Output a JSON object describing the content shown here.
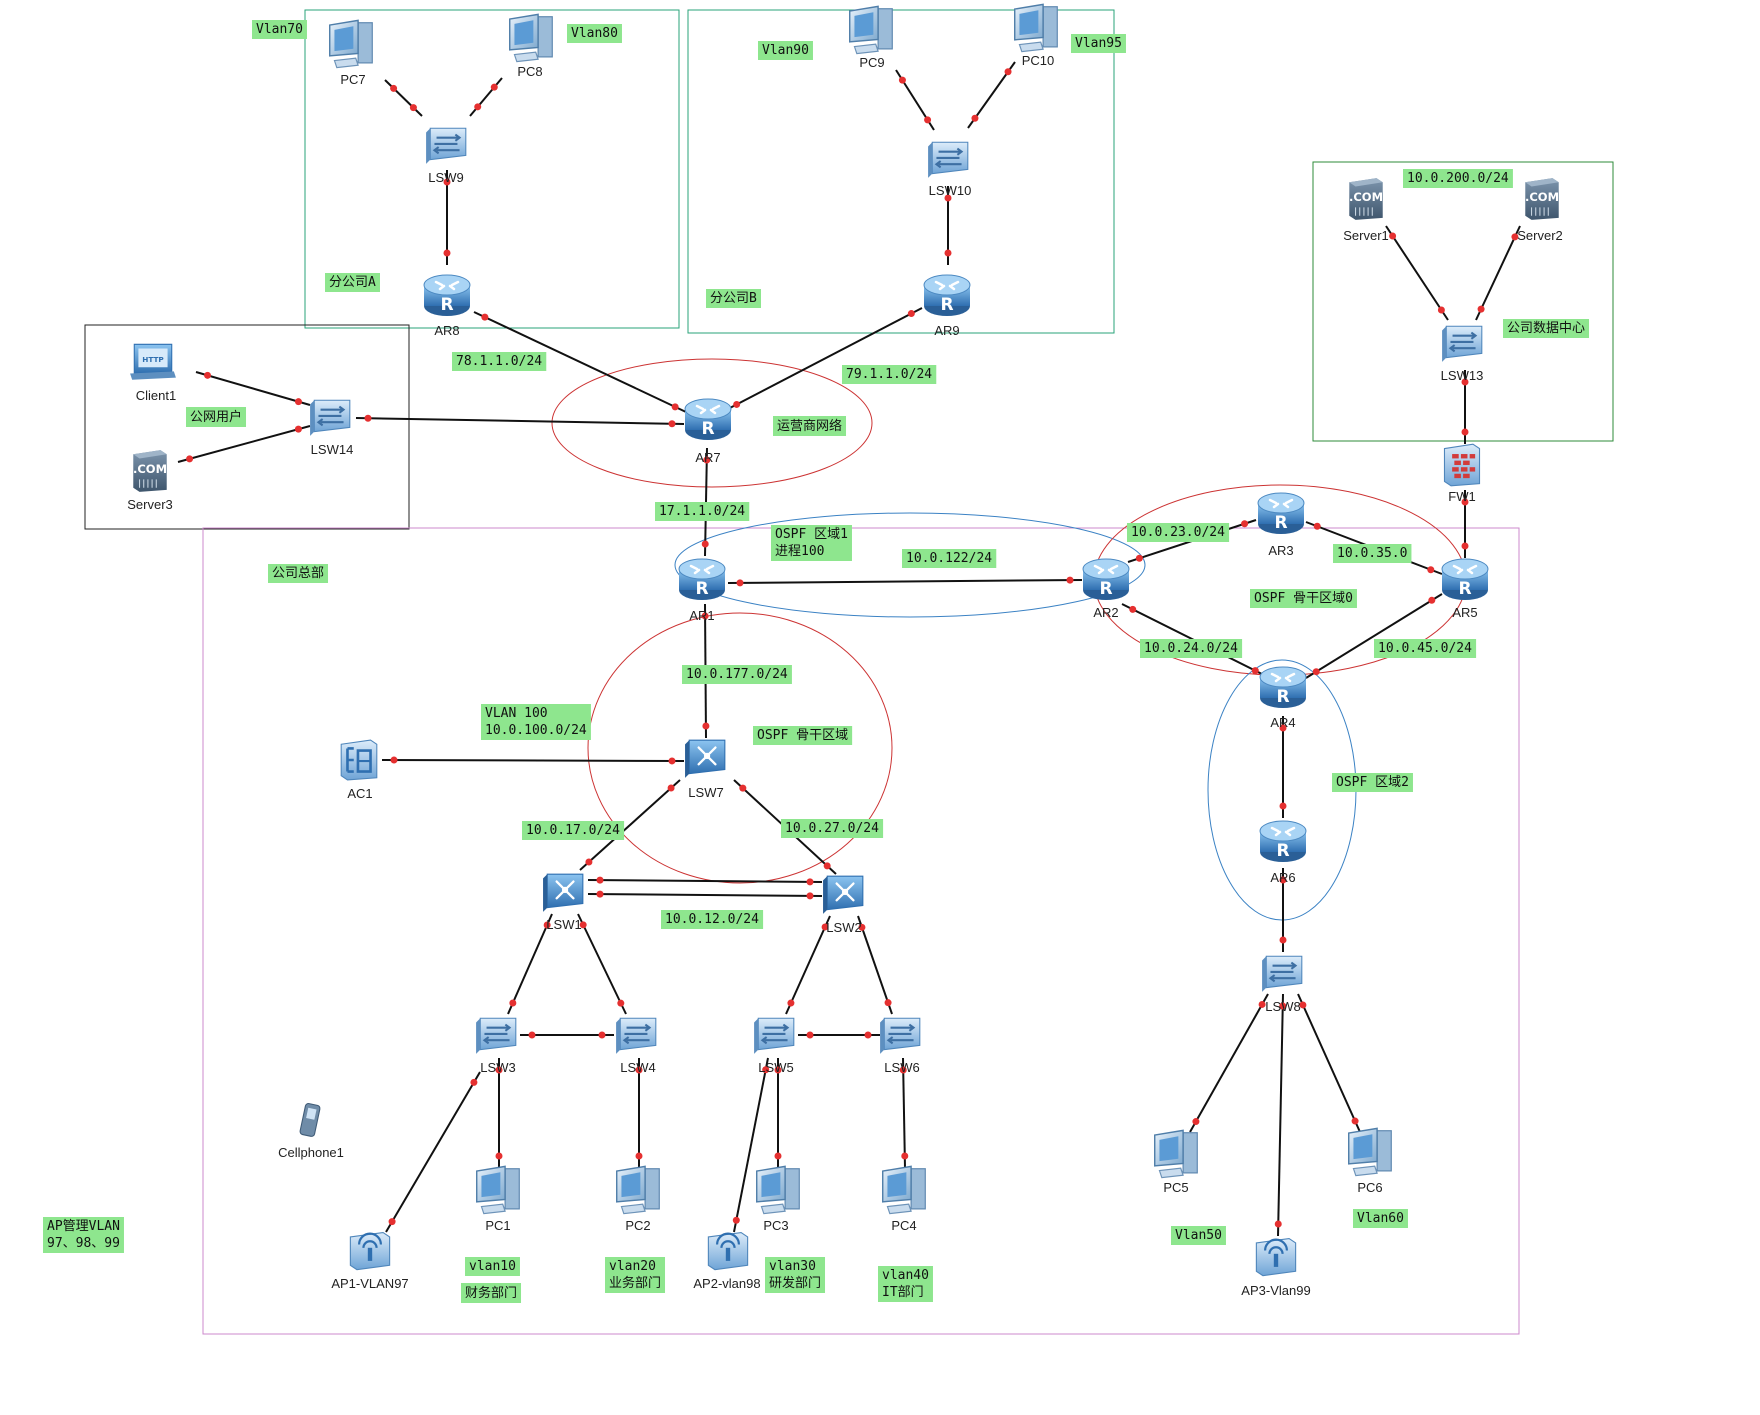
{
  "colors": {
    "tag_bg": "#8ee68e",
    "hq_border": "#cc88cc",
    "branch_border": "#2aa37a",
    "dc_border": "#2e8b3a",
    "public_border": "#222222",
    "ellipse_red": "#cc3333",
    "ellipse_blue": "#3b82c4",
    "router": "#3a86c8",
    "switch": "#7fb3e0",
    "link": "#111111",
    "port": "#e53030"
  },
  "devices": {
    "PC7": {
      "label": "PC7",
      "icon": "pc-icon"
    },
    "PC8": {
      "label": "PC8",
      "icon": "pc-icon"
    },
    "PC9": {
      "label": "PC9",
      "icon": "pc-icon"
    },
    "PC10": {
      "label": "PC10",
      "icon": "pc-icon"
    },
    "LSW9": {
      "label": "LSW9",
      "icon": "switch-icon"
    },
    "LSW10": {
      "label": "LSW10",
      "icon": "switch-icon"
    },
    "AR8": {
      "label": "AR8",
      "icon": "router-icon"
    },
    "AR9": {
      "label": "AR9",
      "icon": "router-icon"
    },
    "AR7": {
      "label": "AR7",
      "icon": "router-icon"
    },
    "Client1": {
      "label": "Client1",
      "icon": "http-client-icon"
    },
    "Server3": {
      "label": "Server3",
      "icon": "dns-server-icon"
    },
    "LSW14": {
      "label": "LSW14",
      "icon": "switch-icon"
    },
    "Server1": {
      "label": "Server1",
      "icon": "dns-server-icon"
    },
    "Server2": {
      "label": "Server2",
      "icon": "dns-server-icon"
    },
    "LSW13": {
      "label": "LSW13",
      "icon": "switch-icon"
    },
    "FW1": {
      "label": "FW1",
      "icon": "firewall-icon"
    },
    "AR1": {
      "label": "AR1",
      "icon": "router-icon"
    },
    "AR2": {
      "label": "AR2",
      "icon": "router-icon"
    },
    "AR3": {
      "label": "AR3",
      "icon": "router-icon"
    },
    "AR4": {
      "label": "AR4",
      "icon": "router-icon"
    },
    "AR5": {
      "label": "AR5",
      "icon": "router-icon"
    },
    "AR6": {
      "label": "AR6",
      "icon": "router-icon"
    },
    "LSW7": {
      "label": "LSW7",
      "icon": "core-switch-icon"
    },
    "AC1": {
      "label": "AC1",
      "icon": "access-controller-icon"
    },
    "LSW1": {
      "label": "LSW1",
      "icon": "core-switch-icon"
    },
    "LSW2": {
      "label": "LSW2",
      "icon": "core-switch-icon"
    },
    "LSW3": {
      "label": "LSW3",
      "icon": "switch-icon"
    },
    "LSW4": {
      "label": "LSW4",
      "icon": "switch-icon"
    },
    "LSW5": {
      "label": "LSW5",
      "icon": "switch-icon"
    },
    "LSW6": {
      "label": "LSW6",
      "icon": "switch-icon"
    },
    "LSW8": {
      "label": "LSW8",
      "icon": "switch-icon"
    },
    "PC1": {
      "label": "PC1",
      "icon": "pc-icon"
    },
    "PC2": {
      "label": "PC2",
      "icon": "pc-icon"
    },
    "PC3": {
      "label": "PC3",
      "icon": "pc-icon"
    },
    "PC4": {
      "label": "PC4",
      "icon": "pc-icon"
    },
    "PC5": {
      "label": "PC5",
      "icon": "pc-icon"
    },
    "PC6": {
      "label": "PC6",
      "icon": "pc-icon"
    },
    "AP1": {
      "label": "AP1-VLAN97",
      "icon": "wireless-ap-icon"
    },
    "AP2": {
      "label": "AP2-vlan98",
      "icon": "wireless-ap-icon"
    },
    "AP3": {
      "label": "AP3-Vlan99",
      "icon": "wireless-ap-icon"
    },
    "Cellphone1": {
      "label": "Cellphone1",
      "icon": "cellphone-icon"
    }
  },
  "tags": {
    "vlan70": "Vlan70",
    "vlan80": "Vlan80",
    "vlan90": "Vlan90",
    "vlan95": "Vlan95",
    "branch_a": "分公司A",
    "branch_b": "分公司B",
    "dc_subnet": "10.0.200.0/24",
    "dc_name": "公司数据中心",
    "public_users": "公网用户",
    "net78": "78.1.1.0/24",
    "net79": "79.1.1.0/24",
    "isp": "运营商网络",
    "net17": "17.1.1.0/24",
    "hq": "公司总部",
    "ospf_area1_l1": "OSPF 区域1",
    "ospf_area1_l2": "进程100",
    "net122": "10.0.122/24",
    "net23": "10.0.23.0/24",
    "net35": "10.0.35.0",
    "ospf_area0": "OSPF 骨干区域0",
    "net24": "10.0.24.0/24",
    "net45": "10.0.45.0/24",
    "net177": "10.0.177.0/24",
    "vlan100_l1": "VLAN 100",
    "vlan100_l2": "10.0.100.0/24",
    "ospf_backbone": "OSPF 骨干区域",
    "ospf_area2": "OSPF 区域2",
    "net1017": "10.0.17.0/24",
    "net1027": "10.0.27.0/24",
    "net1012": "10.0.12.0/24",
    "ap_vlan_l1": "AP管理VLAN",
    "ap_vlan_l2": "97、98、99",
    "vlan10": "vlan10",
    "finance": "财务部门",
    "vlan20_l1": "vlan20",
    "vlan20_l2": "业务部门",
    "vlan30_l1": "vlan30",
    "vlan30_l2": "研发部门",
    "vlan40_l1": "vlan40",
    "vlan40_l2": "IT部门",
    "vlan50": "Vlan50",
    "vlan60": "Vlan60"
  }
}
